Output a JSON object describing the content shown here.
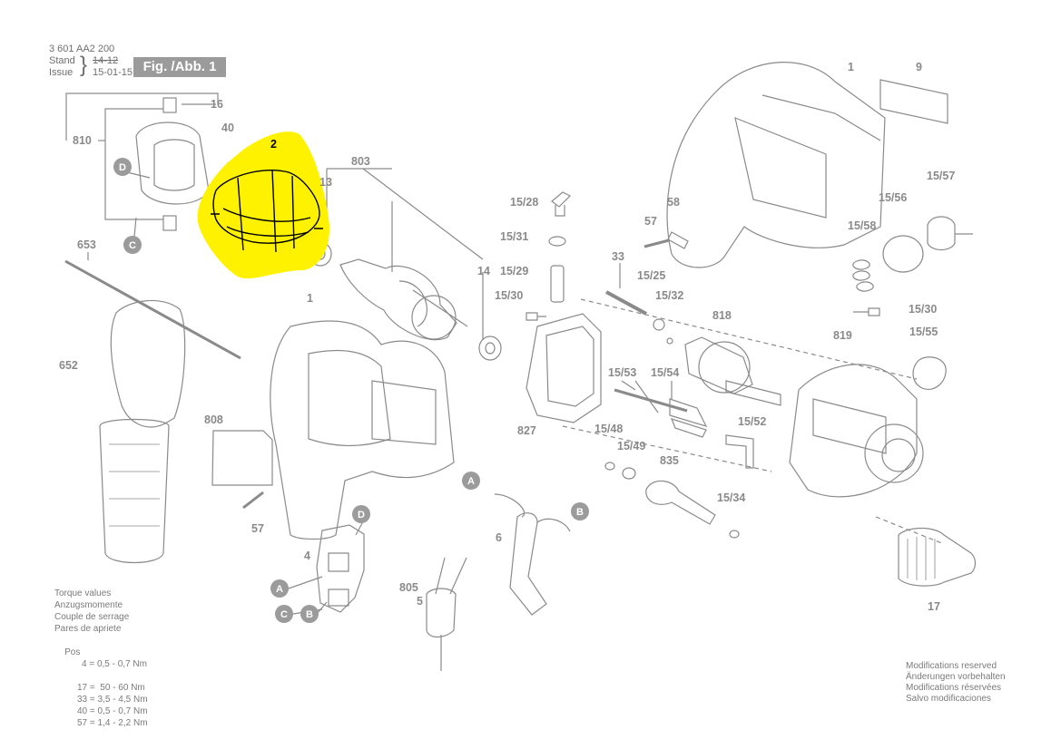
{
  "header": {
    "part_number": "3 601 AA2 200",
    "stand_label": "Stand",
    "issue_label": "Issue",
    "stand_value": "14-12",
    "issue_value": "15-01-15",
    "figure_label": "Fig. /Abb. 1"
  },
  "highlight_color": "#fff200",
  "line_color": "#8a8a8a",
  "parts": {
    "p1_top": "1",
    "p9": "9",
    "p16": "16",
    "p810": "810",
    "p40": "40",
    "p2": "2",
    "p803": "803",
    "p13": "13",
    "p653": "653",
    "p14": "14",
    "p15_28": "15/28",
    "p15_31": "15/31",
    "p15_29": "15/29",
    "p15_30a": "15/30",
    "p58": "58",
    "p57a": "57",
    "p33": "33",
    "p15_25": "15/25",
    "p15_32": "15/32",
    "p15_57": "15/57",
    "p15_56": "15/56",
    "p15_58": "15/58",
    "p15_30b": "15/30",
    "p818": "818",
    "p819": "819",
    "p15_55": "15/55",
    "p1_mid": "1",
    "p652": "652",
    "p827": "827",
    "p15_53": "15/53",
    "p15_54": "15/54",
    "p15_52": "15/52",
    "p808": "808",
    "p15_48": "15/48",
    "p15_49": "15/49",
    "p835": "835",
    "p15_34": "15/34",
    "p57b": "57",
    "p4": "4",
    "p6": "6",
    "p805": "805",
    "p5": "5",
    "p17": "17"
  },
  "connectors": {
    "D": "D",
    "C": "C",
    "A": "A",
    "B": "B"
  },
  "torque": {
    "lines": [
      "Torque values",
      "Anzugsmomente",
      "Couple de serrage",
      "Pares de apriete"
    ],
    "pos_label": "Pos",
    "values": [
      "4 = 0,5 - 0,7 Nm",
      "17 =  50 - 60 Nm",
      "33 = 3,5 - 4,5 Nm",
      "40 = 0,5 - 0,7 Nm",
      "57 = 1,4 - 2,2 Nm"
    ]
  },
  "modifications": [
    "Modifications reserved",
    "Änderungen vorbehalten",
    "Modifications réservées",
    "Salvo modificaciones"
  ]
}
